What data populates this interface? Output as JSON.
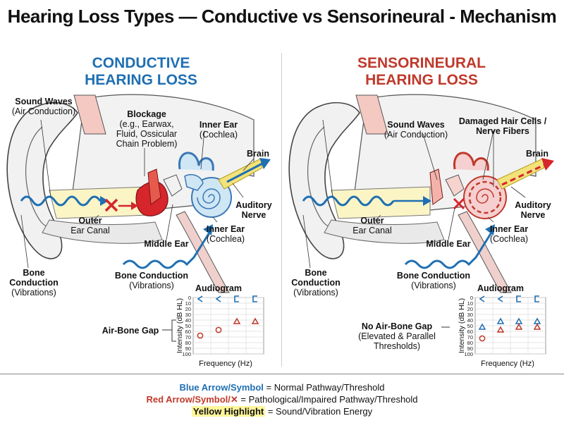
{
  "title": "Hearing Loss Types — Conductive vs Sensorineural - Mechanism",
  "conductive": {
    "heading_line1": "CONDUCTIVE",
    "heading_line2": "HEARING LOSS",
    "sound_waves": "Sound Waves",
    "air_conduction": "(Air Conduction)",
    "blockage": "Blockage",
    "blockage_detail_1": "(e.g., Earwax,",
    "blockage_detail_2": "Fluid, Ossicular",
    "blockage_detail_3": "Chain Problem)",
    "inner_ear_top": "Inner Ear",
    "cochlea_top": "(Cochlea)",
    "brain": "Brain",
    "auditory": "Auditory",
    "nerve": "Nerve",
    "outer": "Outer",
    "ear_canal": "Ear Canal",
    "middle_ear": "Middle Ear",
    "inner_ear_bottom": "Inner Ear",
    "cochlea_bottom": "(Cochlea)",
    "bone": "Bone",
    "conduction": "Conduction",
    "vibrations": "(Vibrations)",
    "bone_conduction_label": "Bone Conduction",
    "bone_vibrations": "(Vibrations)",
    "gap_label": "Air-Bone Gap"
  },
  "sensorineural": {
    "heading_line1": "SENSORINEURAL",
    "heading_line2": "HEARING LOSS",
    "sound_waves": "Sound Waves",
    "air_conduction": "(Air Conduction)",
    "damaged_1": "Damaged Hair Cells /",
    "damaged_2": "Nerve Fibers",
    "brain": "Brain",
    "auditory": "Auditory",
    "nerve": "Nerve",
    "outer": "Outer",
    "ear_canal": "Ear Canal",
    "middle_ear": "Middle Ear",
    "inner_ear": "Inner Ear",
    "cochlea": "(Cochlea)",
    "bone": "Bone",
    "conduction": "Conduction",
    "vibrations": "(Vibrations)",
    "bone_conduction_label": "Bone Conduction",
    "bone_vibrations": "(Vibrations)",
    "gap_1": "No Air-Bone Gap",
    "gap_2": "(Elevated & Parallel",
    "gap_3": "Thresholds)"
  },
  "audiogram": {
    "title": "Audiogram",
    "xlabel": "Frequency (Hz)",
    "ylabel": "Intensity (dB HL)",
    "yticks": [
      "0",
      "20",
      "40",
      "60",
      "80",
      "100"
    ],
    "yticks_right": [
      "0",
      "10",
      "20",
      "30",
      "40",
      "50",
      "60",
      "70",
      "80",
      "90",
      "100"
    ]
  },
  "chart_data": [
    {
      "type": "scatter",
      "title": "Audiogram",
      "xlabel": "Frequency (Hz)",
      "ylabel": "Intensity (dB HL)",
      "ylim": [
        0,
        100
      ],
      "y_inverted": true,
      "series": [
        {
          "symbol": "bone-left",
          "color": "#1f6fb2",
          "x": [
            1,
            2
          ],
          "y": [
            0,
            0
          ]
        },
        {
          "symbol": "bone-masked",
          "color": "#1f6fb2",
          "x": [
            3,
            4
          ],
          "y": [
            0,
            0
          ]
        },
        {
          "symbol": "air-right-circle",
          "color": "#c0392b",
          "x": [
            1,
            2
          ],
          "y": [
            65,
            55
          ]
        },
        {
          "symbol": "air-triangle",
          "color": "#c0392b",
          "x": [
            3,
            4
          ],
          "y": [
            40,
            40
          ]
        }
      ]
    },
    {
      "type": "scatter",
      "title": "Audiogram",
      "xlabel": "Frequency (Hz)",
      "ylabel": "Intensity (dB HL)",
      "ylim": [
        0,
        100
      ],
      "y_inverted": true,
      "series": [
        {
          "symbol": "bone-left",
          "color": "#1f6fb2",
          "x": [
            1,
            2
          ],
          "y": [
            0,
            0
          ]
        },
        {
          "symbol": "bone-masked",
          "color": "#1f6fb2",
          "x": [
            3,
            4
          ],
          "y": [
            0,
            0
          ]
        },
        {
          "symbol": "bone-triangle",
          "color": "#1f6fb2",
          "x": [
            1,
            2,
            3,
            4
          ],
          "y": [
            50,
            40,
            40,
            40
          ]
        },
        {
          "symbol": "air-right-circle",
          "color": "#c0392b",
          "x": [
            1
          ],
          "y": [
            70
          ]
        },
        {
          "symbol": "air-triangle",
          "color": "#c0392b",
          "x": [
            2,
            3,
            4
          ],
          "y": [
            55,
            50,
            50
          ]
        }
      ]
    }
  ],
  "legend": {
    "blue_key": "Blue Arrow/Symbol",
    "blue_val": " = Normal Pathway/Threshold",
    "red_key": "Red Arrow/Symbol/",
    "red_val": " = Pathological/Impaired Pathway/Threshold",
    "yellow_key": "Yellow Highlight",
    "yellow_val": " = Sound/Vibration Energy"
  },
  "colors": {
    "blue": "#1f6fb2",
    "red": "#c0392b",
    "yellow": "#fff59a"
  }
}
